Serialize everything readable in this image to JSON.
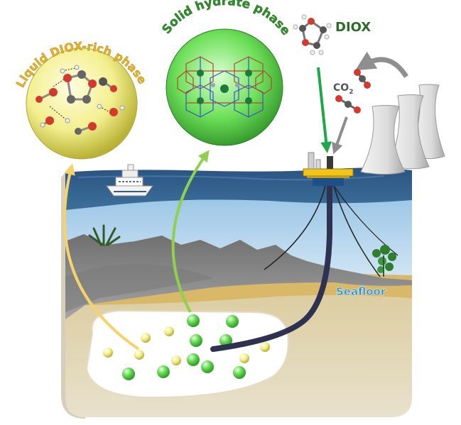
{
  "labels": {
    "liquid_phase": "Liquid DIOX-rich phase",
    "solid_phase": "Solid hydrate phase",
    "diox": "DIOX",
    "co2_main": "CO",
    "co2_sub": "2",
    "seafloor": "Seafloor"
  },
  "colors": {
    "liquid_label": "#e8b423",
    "solid_label": "#2f8f2a",
    "diox_label": "#2e6b2a",
    "seafloor_label": "#1f8fd6",
    "co2_label": "#555555",
    "liquid_sphere": "#f3f08a",
    "solid_sphere": "#4fd13f",
    "ocean_surface": "#2d5a85",
    "water": "#b8d6ee",
    "rock": "#8a8a8a",
    "sand": "#dbc07a",
    "sediment": "#cdbf9e",
    "arrow_yellow": "#f5d36a",
    "arrow_green": "#8fd14f",
    "arrow_diox": "#1fa84a",
    "arrow_co2": "#8c8c8c"
  },
  "icons": {
    "ship": "ship-icon",
    "platform": "drilling-platform-icon",
    "plant": "cooling-towers-icon",
    "molecule": "molecule-icon"
  }
}
